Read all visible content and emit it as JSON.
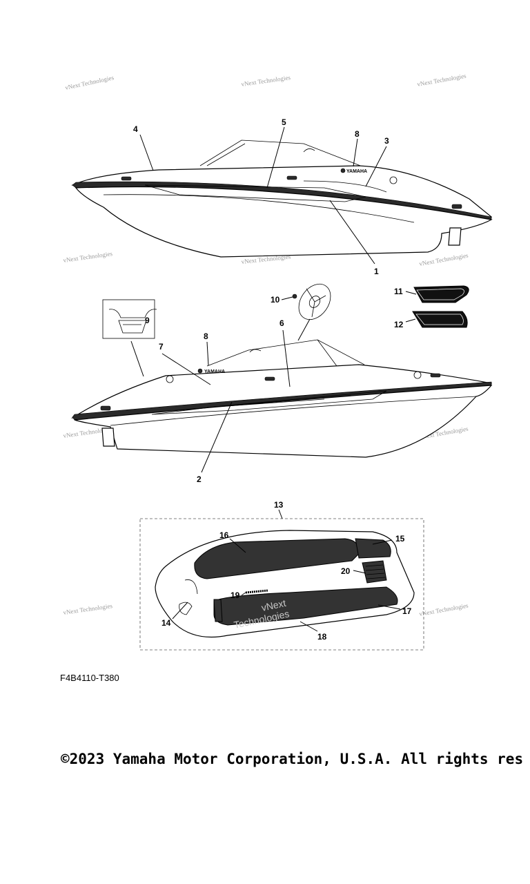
{
  "watermark": {
    "text_line1": "vNext Technologies",
    "text_line2": "Technologies"
  },
  "mat_watermark": {
    "line1": "vNext",
    "line2": "Technologies"
  },
  "callouts": {
    "c1": "1",
    "c2": "2",
    "c3": "3",
    "c4": "4",
    "c5": "5",
    "c6": "6",
    "c7": "7",
    "c8a": "8",
    "c8b": "8",
    "c9": "9",
    "c10": "10",
    "c11": "11",
    "c12": "12",
    "c13": "13",
    "c14": "14",
    "c15": "15",
    "c16": "16",
    "c17": "17",
    "c18": "18",
    "c19": "19",
    "c20": "20"
  },
  "decal_text": {
    "brand": "YAMAHA"
  },
  "figure_code": "F4B4110-T380",
  "copyright": "©2023 Yamaha Motor Corporation, U.S.A. All rights res"
}
